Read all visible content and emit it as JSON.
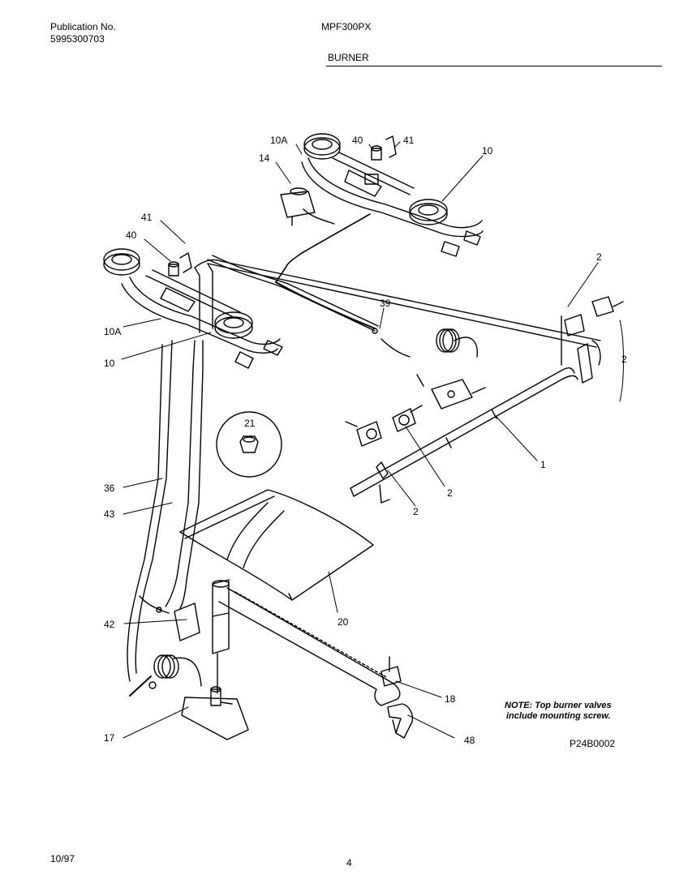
{
  "header": {
    "publication_label": "Publication No.",
    "publication_number": "5995300703",
    "model": "MPF300PX",
    "section": "BURNER"
  },
  "callouts": [
    "10A",
    "40",
    "41",
    "10",
    "14",
    "41",
    "40",
    "10A",
    "10",
    "39",
    "2",
    "2",
    "1",
    "21",
    "36",
    "43",
    "2",
    "2",
    "20",
    "42",
    "18",
    "17",
    "48"
  ],
  "note": {
    "line1": "NOTE: Top burner valves",
    "line2": "include mounting screw."
  },
  "figure_code": "P24B0002",
  "footer": {
    "date": "10/97",
    "page": "4"
  }
}
